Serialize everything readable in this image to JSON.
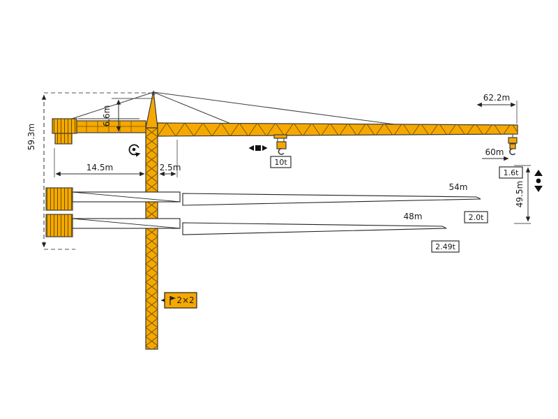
{
  "diagram": {
    "type": "tower-crane-specification-diagram",
    "colors": {
      "crane_yellow": "#F6A800",
      "lattice": "#6b5200",
      "outline": "#3b3b3b",
      "dimension": "#2e2e2e",
      "box_background": "#ffffff"
    },
    "labels": {
      "total_height": "59.3m",
      "tower_head_height": "6.6m",
      "counterjib_length": "14.5m",
      "rear_offset": "2.5m",
      "max_jib_length": "62.2m",
      "radius_60": "60m",
      "tip_load_max_jib": "1.6t",
      "max_capacity": "10t",
      "hook_height": "49.5m",
      "jib_option_1_length": "54m",
      "jib_option_1_tip_load": "2.0t",
      "jib_option_2_length": "48m",
      "jib_option_2_tip_load": "2.49t",
      "mast_section": "2×2"
    }
  }
}
